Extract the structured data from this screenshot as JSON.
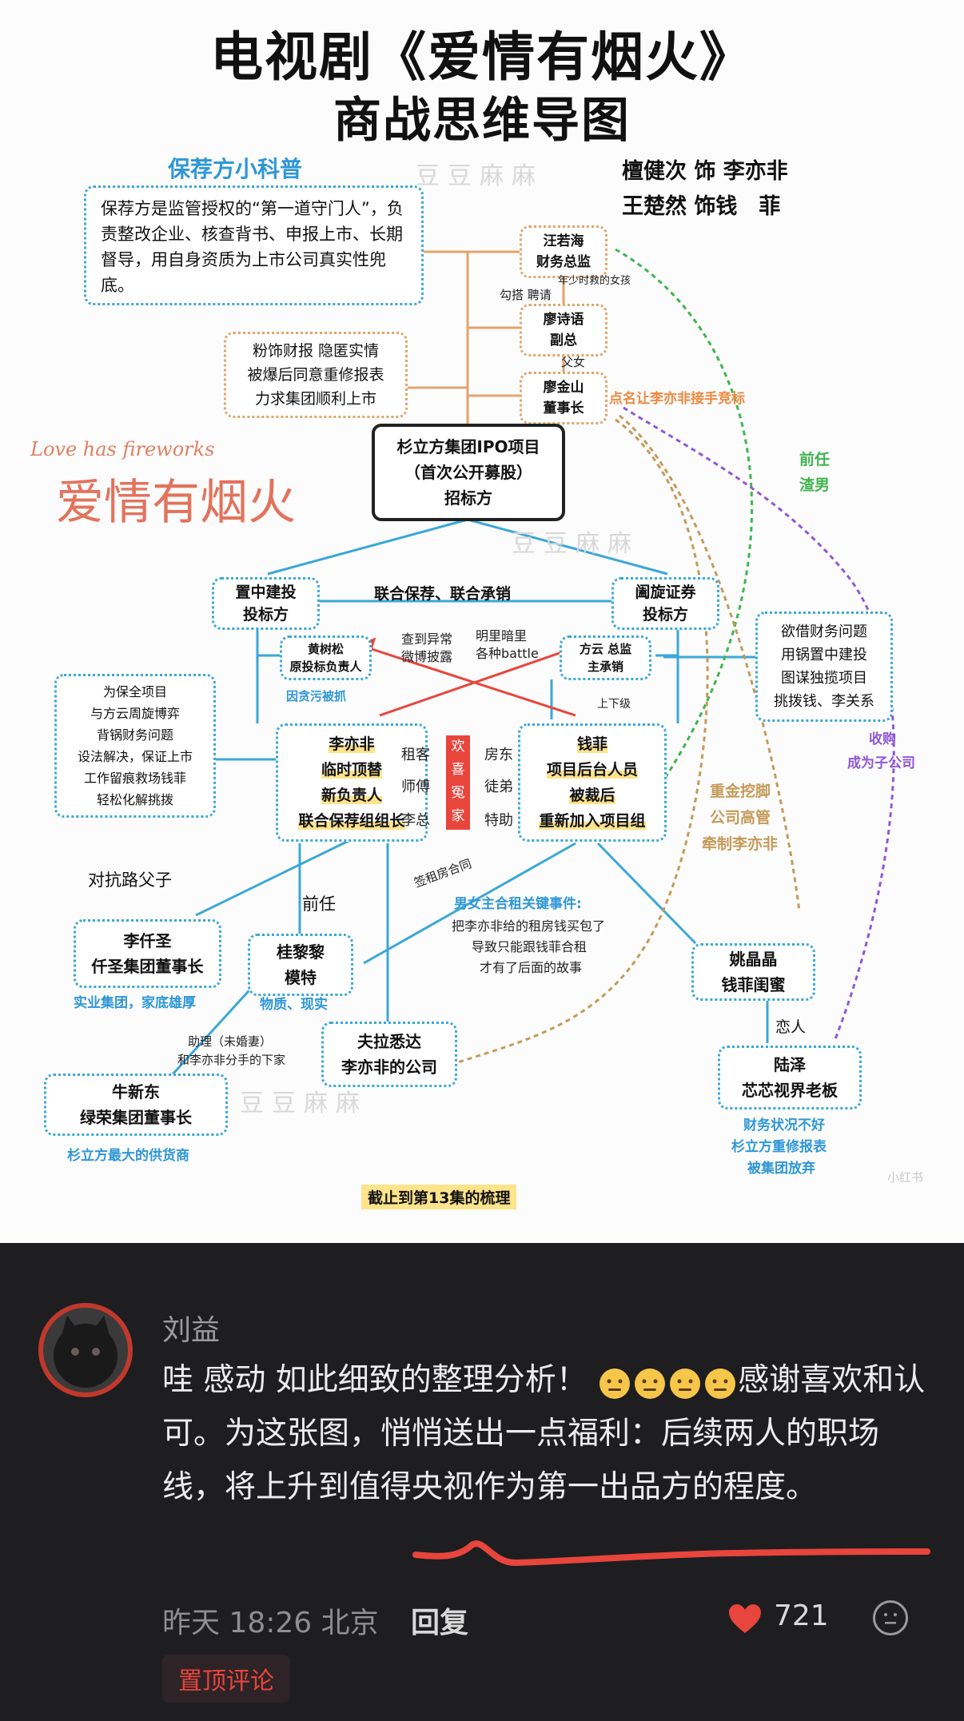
{
  "title": {
    "line1": "电视剧《爱情有烟火》",
    "line2": "商战思维导图"
  },
  "cast": {
    "line1": "檀健次 饰 李亦非",
    "line2": "王楚然 饰钱　菲"
  },
  "logo": {
    "script": "Love has fireworks",
    "cn": "爱情有烟火"
  },
  "watermark": "豆豆麻麻",
  "sponsor_note": {
    "heading": "保荐方小科普",
    "text": "保荐方是监管授权的“第一道守门人”，负责整改企业、核查背书、申报上市、长期督导，用自身资质为上市公司真实性兜底。"
  },
  "finance_note": {
    "lines": [
      "粉饰财报 隐匿实情",
      "被爆后同意重修报表",
      "力求集团顺利上市"
    ]
  },
  "nodes": {
    "wang": [
      "汪若海",
      "财务总监"
    ],
    "liao_sy": [
      "廖诗语",
      "副总"
    ],
    "liao_js": [
      "廖金山",
      "董事长"
    ],
    "center": [
      "杉立方集团IPO项目",
      "（首次公开募股）",
      "招标方"
    ],
    "zhizhong": [
      "置中建投",
      "投标方"
    ],
    "kuoxuan": [
      "阖旋证券",
      "投标方"
    ],
    "huang": [
      "黄树松",
      "原投标负责人"
    ],
    "fang": [
      "方云 总监",
      "主承销"
    ],
    "li": [
      "李亦非",
      "临时顶替",
      "新负责人",
      "联合保荐组组长"
    ],
    "qian": [
      "钱菲",
      "项目后台人员",
      "被裁后",
      "重新加入项目组"
    ],
    "li_qian": [
      "李仟圣",
      "仟圣集团董事长"
    ],
    "gui": [
      "桂黎黎",
      "模特"
    ],
    "fula": [
      "夫拉悉达",
      "李亦非的公司"
    ],
    "niu": [
      "牛新东",
      "绿荣集团董事长"
    ],
    "yao": [
      "姚晶晶",
      "钱菲闺蜜"
    ],
    "lu": [
      "陆泽",
      "芯芯视界老板"
    ]
  },
  "labels": {
    "goudajing": "勾搭 聘请",
    "shaonian": "年少时救的女孩",
    "fuzi_nv": "父女",
    "dianming": "点名让李亦非接手竞标",
    "lianhe": "联合保荐、联合承销",
    "chadao": [
      "查到异常",
      "微博披露"
    ],
    "mingli": [
      "明里暗里",
      "各种battle"
    ],
    "yinwu": "因贪污被抓",
    "shangxiaji": "上下级",
    "huanxi": [
      "欢",
      "喜",
      "冤",
      "家"
    ],
    "left_rel": [
      "租客",
      "师傅",
      "李总"
    ],
    "right_rel": [
      "房东",
      "徒弟",
      "特助"
    ],
    "duikang": "对抗路父子",
    "qianren": "前任",
    "qianren_zhanan": [
      "前任",
      "渣男"
    ],
    "shougou": [
      "收购",
      "成为子公司"
    ],
    "zhongjin": [
      "重金挖脚",
      "公司高管",
      "牵制李亦非"
    ],
    "qianzu": "签租房合同",
    "hezu_title": "男女主合租关键事件:",
    "hezu_lines": [
      "把李亦非给的租房钱买包了",
      "导致只能跟钱菲合租",
      "才有了后面的故事"
    ],
    "shiye": "实业集团，家底雄厚",
    "wuzhi": "物质、现实",
    "zhuli": [
      "助理（未婚妻）",
      "和李亦非分手的下家"
    ],
    "gonghuo": "杉立方最大的供货商",
    "lianren": "恋人",
    "lu_notes": [
      "财务状况不好",
      "杉立方重修报表",
      "被集团放弃"
    ],
    "right_box": [
      "欲借财务问题",
      "用锅置中建投",
      "图谋独揽项目",
      "挑拨钱、李关系"
    ],
    "left_box": [
      "为保全项目",
      "与方云周旋博弈",
      "背锅财务问题",
      "设法解决，保证上市",
      "工作留痕救场钱菲",
      "轻松化解挑拨"
    ],
    "footer": "截止到第13集的梳理",
    "xhs": "小红书"
  },
  "comment": {
    "username": "刘益",
    "text_before": "哇 感动 如此细致的整理分析！",
    "emoji_count": 4,
    "text_after": "感谢喜欢和认可。为这张图，悄悄送出一点福利：后续两人的职场线，将上升到值得央视作为第一出品方的程度。",
    "time": "昨天 18:26 北京",
    "reply_label": "回复",
    "likes": "721",
    "pinned": "置顶评论"
  },
  "colors": {
    "line_blue": "#3aa7d8",
    "line_orange": "#e4a36a",
    "line_red": "#e8453c",
    "green": "#3fb54f",
    "tan": "#c59a5a",
    "purple": "#8f57d6",
    "highlight": "#fde38a",
    "comment_bg": "#1e1e21",
    "heart": "#e8453c"
  }
}
